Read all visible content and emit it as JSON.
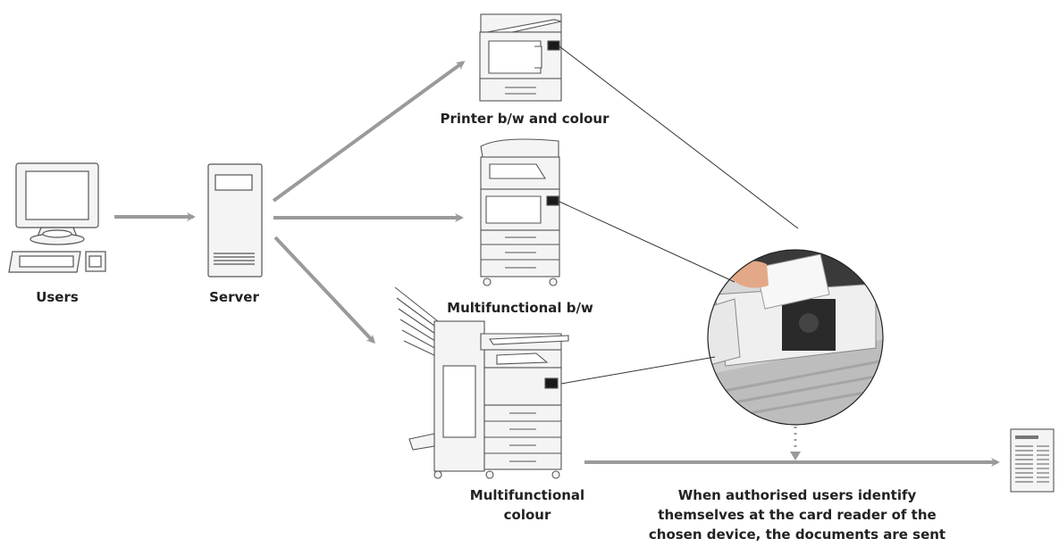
{
  "labels": {
    "users": "Users",
    "server": "Server",
    "printer": "Printer b/w and colour",
    "mfp_bw": "Multifunctional b/w",
    "mfp_colour_line1": "Multifunctional",
    "mfp_colour_line2": "colour",
    "caption_line1": "When authorised users identify",
    "caption_line2": "themselves at the card reader of the",
    "caption_line3": "chosen device, the documents are sent"
  },
  "colors": {
    "arrow": "#9a9a9a",
    "outline": "#555555",
    "device_fill": "#f4f4f4",
    "card_reader": "#1a1a1a"
  }
}
